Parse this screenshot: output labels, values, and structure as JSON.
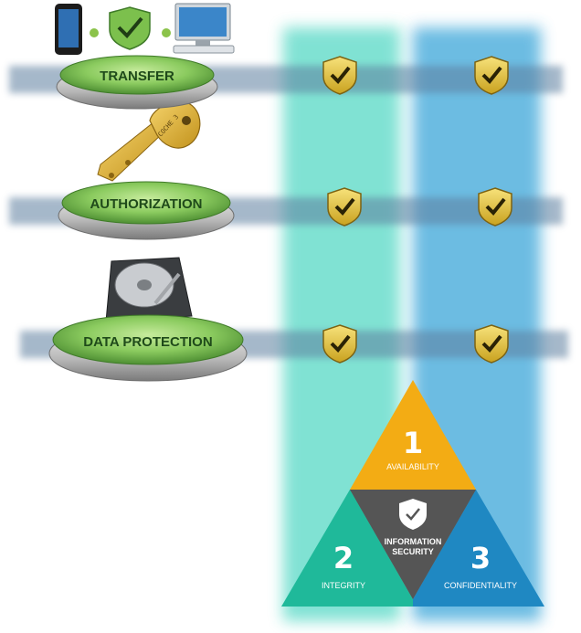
{
  "rows": [
    {
      "label": "TRANSFER",
      "icon": "devices-transfer-icon"
    },
    {
      "label": "AUTHORIZATION",
      "icon": "key-icon"
    },
    {
      "label": "DATA PROTECTION",
      "icon": "hard-drive-icon"
    }
  ],
  "key_engraving": "COCHE 3",
  "triangle": {
    "center": {
      "line1": "INFORMATION",
      "line2": "SECURITY",
      "icon": "shield-check-icon"
    },
    "segments": [
      {
        "number": "1",
        "label": "AVAILABILITY",
        "color": "#f3ac14"
      },
      {
        "number": "2",
        "label": "INTEGRITY",
        "color": "#1fb99a"
      },
      {
        "number": "3",
        "label": "CONFIDENTIALITY",
        "color": "#1f88c2"
      }
    ],
    "center_color": "#555555"
  },
  "colors": {
    "teal_column": "#3ed3bd",
    "blue_column": "#3aa6d9",
    "band": "#5d7f9f",
    "pedestal_green": "#7fc25a",
    "shield_gold": "#e8c33a"
  }
}
